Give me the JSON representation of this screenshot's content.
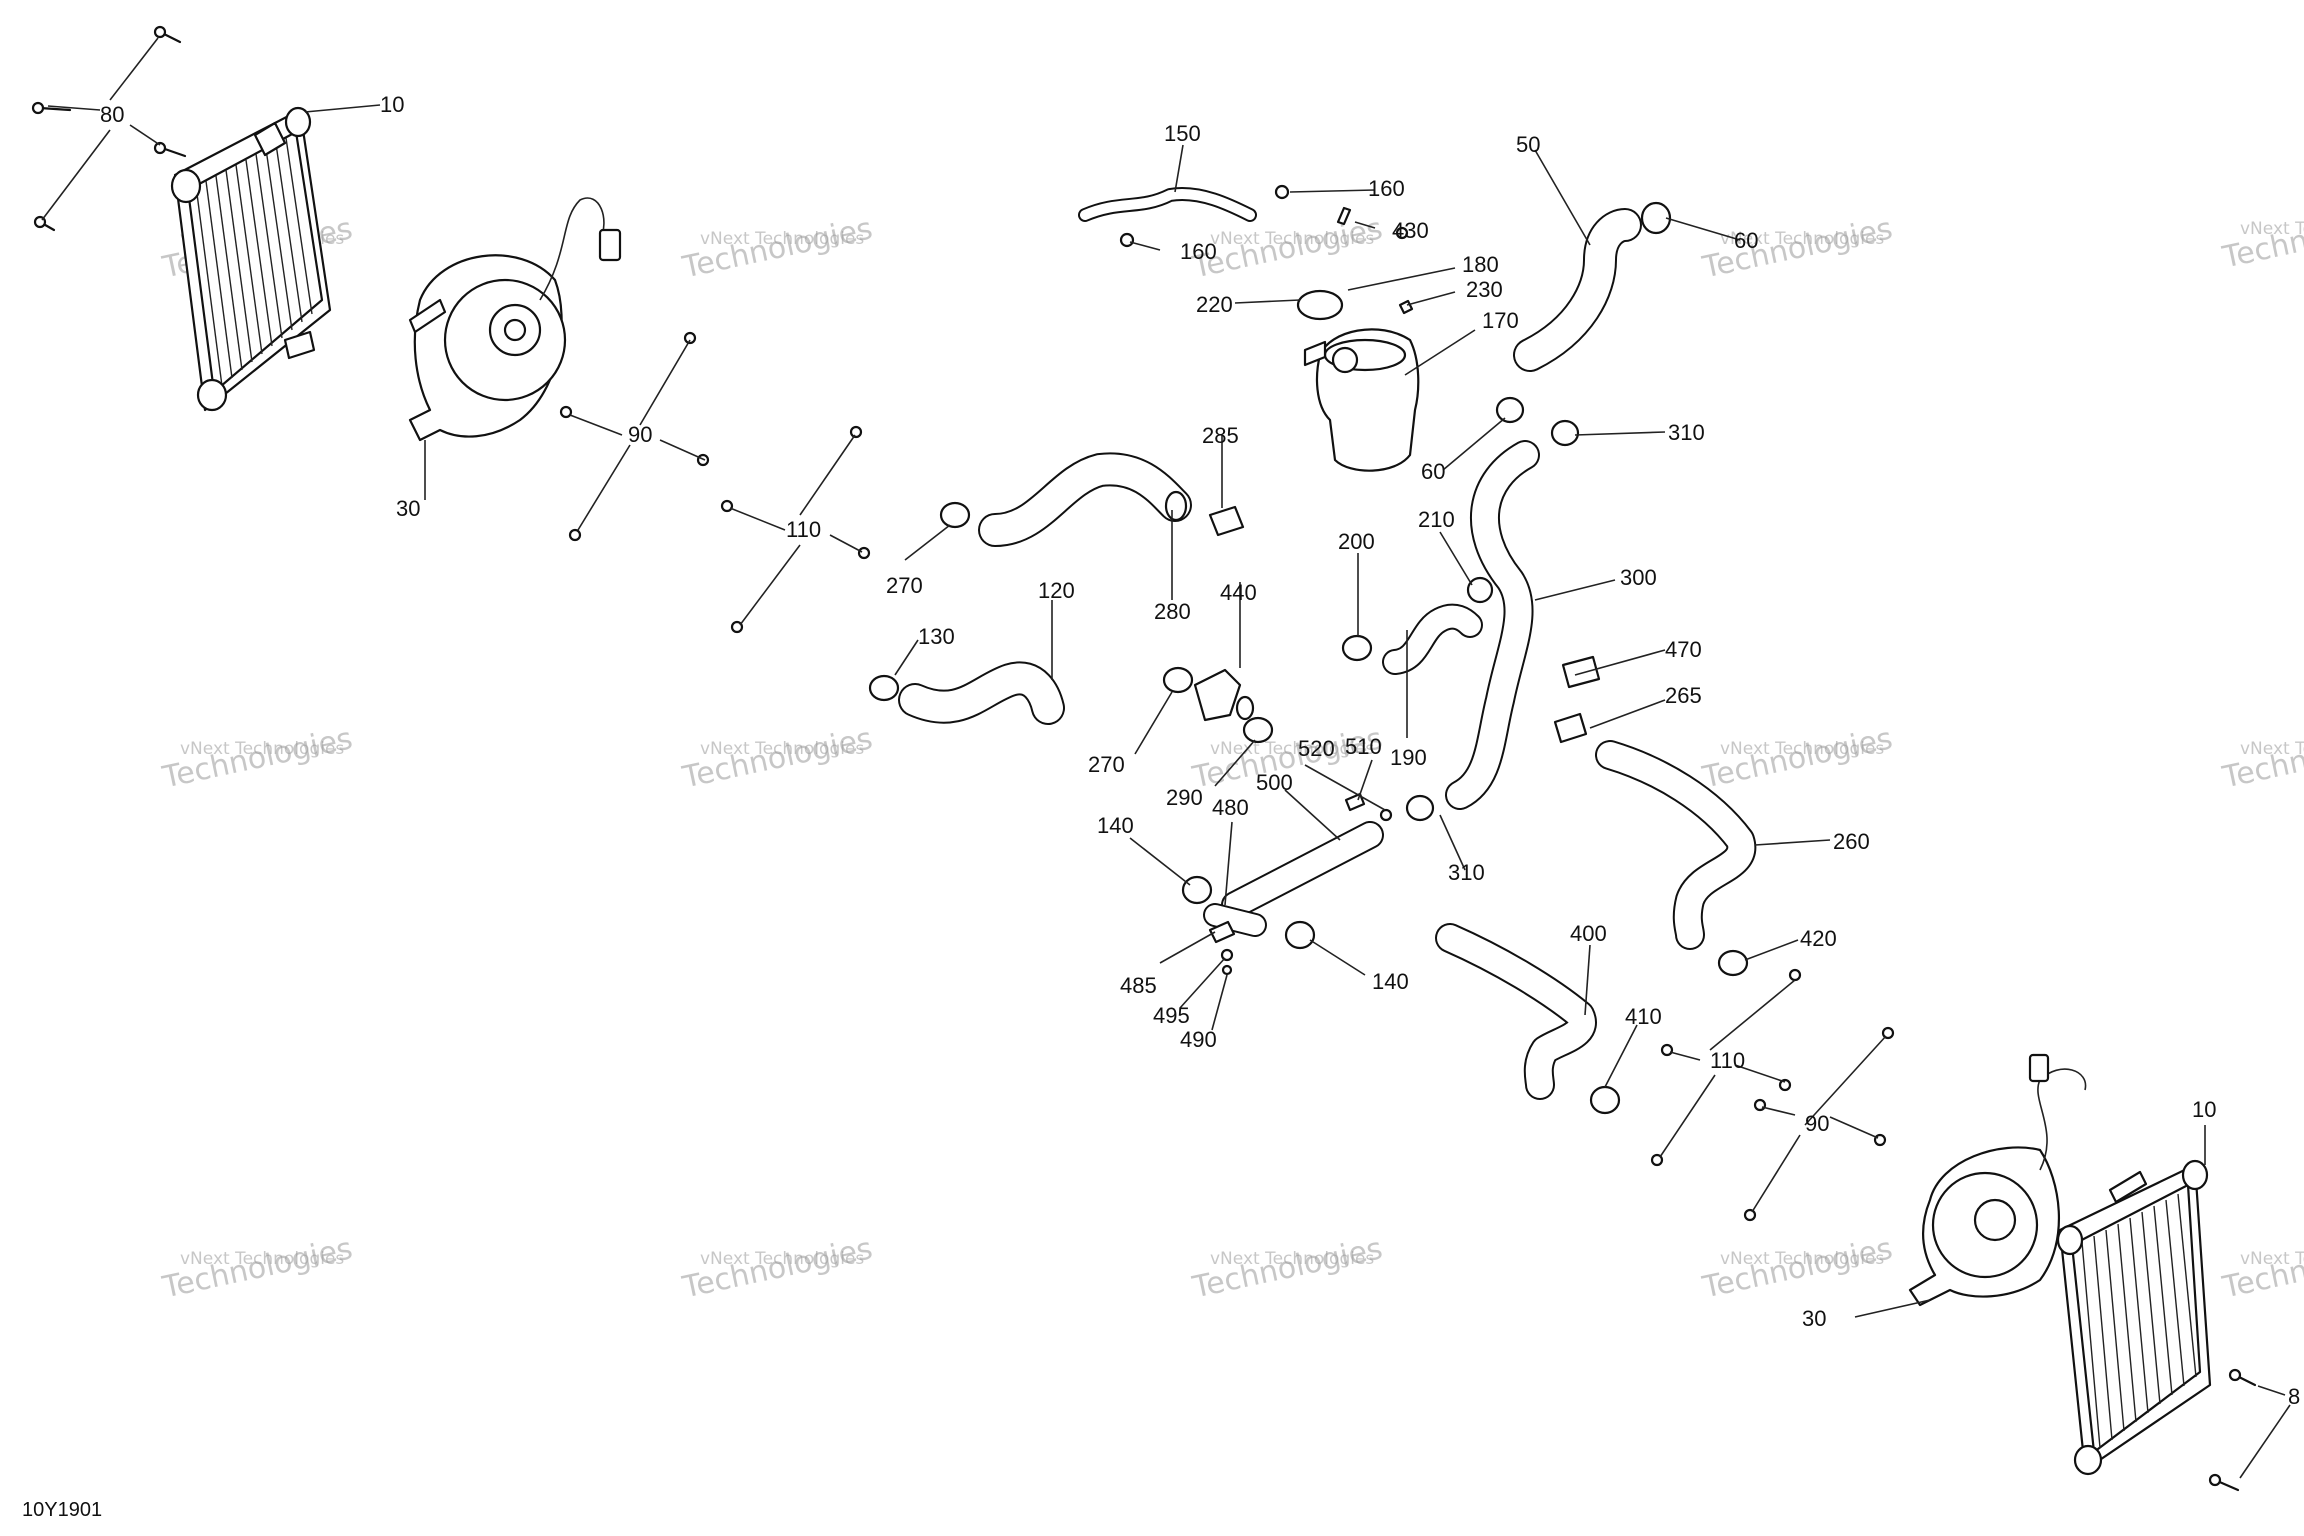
{
  "figure_ref": "10Y1901",
  "watermark": {
    "line1": "vNext Technologies",
    "line2": "Technologies"
  },
  "callouts": [
    {
      "id": "c-80-left",
      "text": "80"
    },
    {
      "id": "c-10-left",
      "text": "10"
    },
    {
      "id": "c-30-left",
      "text": "30"
    },
    {
      "id": "c-90-left",
      "text": "90"
    },
    {
      "id": "c-110-left",
      "text": "110"
    },
    {
      "id": "c-270-upper",
      "text": "270"
    },
    {
      "id": "c-280",
      "text": "280"
    },
    {
      "id": "c-285",
      "text": "285"
    },
    {
      "id": "c-150",
      "text": "150"
    },
    {
      "id": "c-160-a",
      "text": "160"
    },
    {
      "id": "c-430",
      "text": "430"
    },
    {
      "id": "c-160-b",
      "text": "160"
    },
    {
      "id": "c-180",
      "text": "180"
    },
    {
      "id": "c-230",
      "text": "230"
    },
    {
      "id": "c-220",
      "text": "220"
    },
    {
      "id": "c-170",
      "text": "170"
    },
    {
      "id": "c-50",
      "text": "50"
    },
    {
      "id": "c-60-a",
      "text": "60"
    },
    {
      "id": "c-60-b",
      "text": "60"
    },
    {
      "id": "c-310-a",
      "text": "310"
    },
    {
      "id": "c-300",
      "text": "300"
    },
    {
      "id": "c-210",
      "text": "210"
    },
    {
      "id": "c-200",
      "text": "200"
    },
    {
      "id": "c-190",
      "text": "190"
    },
    {
      "id": "c-440",
      "text": "440"
    },
    {
      "id": "c-120",
      "text": "120"
    },
    {
      "id": "c-130",
      "text": "130"
    },
    {
      "id": "c-270-lower",
      "text": "270"
    },
    {
      "id": "c-290",
      "text": "290"
    },
    {
      "id": "c-520",
      "text": "520"
    },
    {
      "id": "c-510",
      "text": "510"
    },
    {
      "id": "c-500",
      "text": "500"
    },
    {
      "id": "c-480",
      "text": "480"
    },
    {
      "id": "c-140-a",
      "text": "140"
    },
    {
      "id": "c-140-b",
      "text": "140"
    },
    {
      "id": "c-485",
      "text": "485"
    },
    {
      "id": "c-495",
      "text": "495"
    },
    {
      "id": "c-490",
      "text": "490"
    },
    {
      "id": "c-470",
      "text": "470"
    },
    {
      "id": "c-265",
      "text": "265"
    },
    {
      "id": "c-260",
      "text": "260"
    },
    {
      "id": "c-310-b",
      "text": "310"
    },
    {
      "id": "c-400",
      "text": "400"
    },
    {
      "id": "c-420",
      "text": "420"
    },
    {
      "id": "c-410",
      "text": "410"
    },
    {
      "id": "c-110-right",
      "text": "110"
    },
    {
      "id": "c-90-right",
      "text": "90"
    },
    {
      "id": "c-10-right",
      "text": "10"
    },
    {
      "id": "c-30-right",
      "text": "30"
    },
    {
      "id": "c-80-right",
      "text": "8"
    }
  ]
}
